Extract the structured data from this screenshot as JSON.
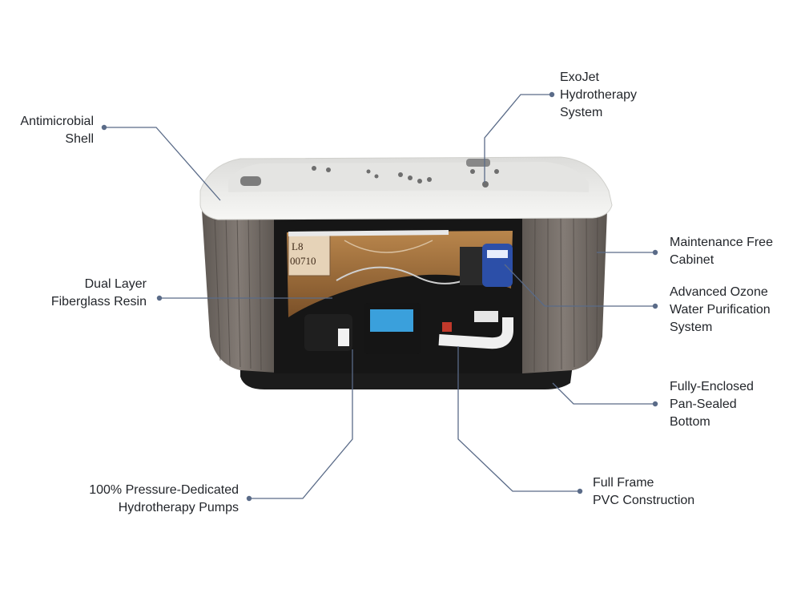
{
  "colors": {
    "leader": "#5a6b88",
    "text": "#23262b",
    "cabinet": "#6d6560",
    "shell": "#f2f2f0"
  },
  "labels": {
    "antimicrobial_shell": [
      "Antimicrobial",
      "Shell"
    ],
    "exojet": [
      "ExoJet",
      "Hydrotherapy",
      "System"
    ],
    "maintenance_cabinet": [
      "Maintenance Free",
      "Cabinet"
    ],
    "dual_layer": [
      "Dual Layer",
      "Fiberglass Resin"
    ],
    "ozone": [
      "Advanced Ozone",
      "Water Purification",
      "System"
    ],
    "pan_sealed": [
      "Fully-Enclosed",
      "Pan-Sealed",
      "Bottom"
    ],
    "pumps": [
      "100% Pressure-Dedicated",
      "Hydrotherapy Pumps"
    ],
    "pvc": [
      "Full Frame",
      "PVC Construction"
    ]
  },
  "hot_tub": {
    "component_labels": [
      "L8",
      "00710"
    ]
  }
}
